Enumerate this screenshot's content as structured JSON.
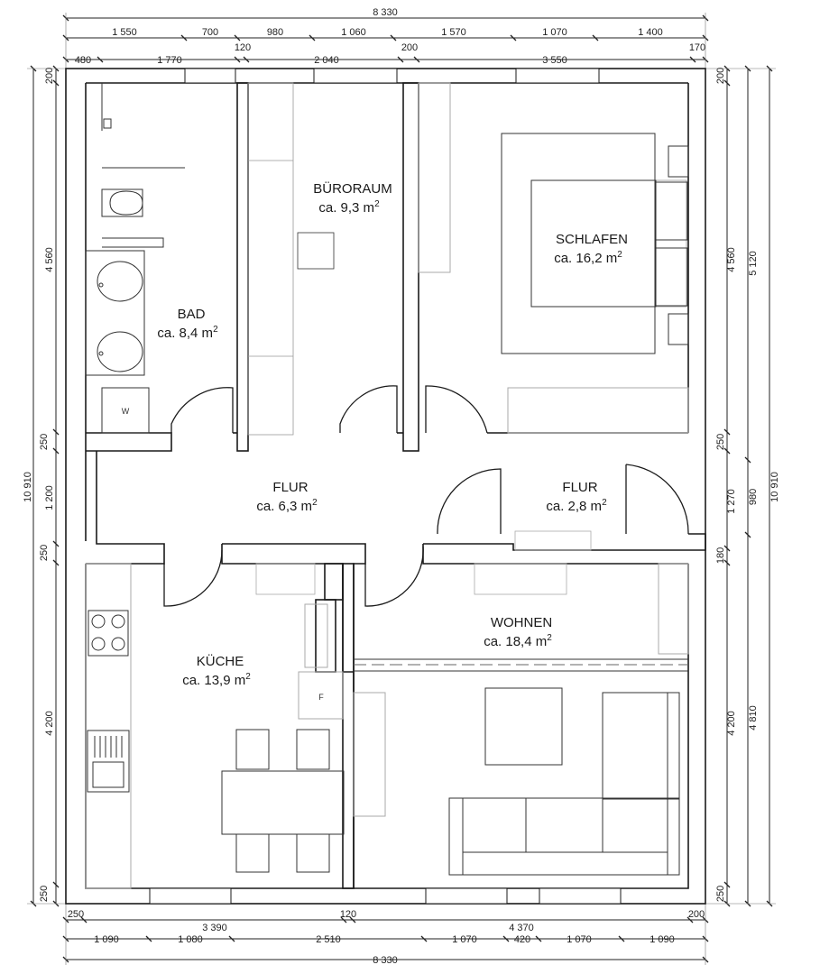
{
  "rooms": [
    {
      "name": "BAD",
      "area": "ca. 8,4 m",
      "sup": "2"
    },
    {
      "name": "BÜRORAUM",
      "area": "ca. 9,3 m",
      "sup": "2"
    },
    {
      "name": "SCHLAFEN",
      "area": "ca. 16,2 m",
      "sup": "2"
    },
    {
      "name": "FLUR",
      "area": "ca. 6,3 m",
      "sup": "2"
    },
    {
      "name": "FLUR",
      "area": "ca. 2,8 m",
      "sup": "2"
    },
    {
      "name": "WOHNEN",
      "area": "ca. 18,4 m",
      "sup": "2"
    },
    {
      "name": "KÜCHE",
      "area": "ca. 13,9 m",
      "sup": "2"
    }
  ],
  "fixture_marks": {
    "washer": "W",
    "fridge": "F"
  },
  "dimensions": {
    "top_total": "8 330",
    "top_row1": [
      "1 550",
      "700",
      "980",
      "1 060",
      "1 570",
      "1 070",
      "1 400"
    ],
    "top_row2": [
      "120",
      "200",
      "170"
    ],
    "top_row3": [
      "480",
      "1 770",
      "2 040",
      "3 550"
    ],
    "bottom_row1": [
      "250",
      "120",
      "200"
    ],
    "bottom_row1_mid": [
      "3 390",
      "4 370"
    ],
    "bottom_row2": [
      "1 090",
      "1 080",
      "2 510",
      "1 070",
      "420",
      "1 070",
      "1 090"
    ],
    "bottom_total": "8 330",
    "left_inner": [
      "200",
      "4 560",
      "250",
      "1 200",
      "250",
      "4 200",
      "250"
    ],
    "left_total": "10 910",
    "right_inner": [
      "200",
      "4 560",
      "250",
      "1 270",
      "180",
      "4 200",
      "250"
    ],
    "right_mid": [
      "5 120",
      "980",
      "4 810"
    ],
    "right_total": "10 910"
  }
}
